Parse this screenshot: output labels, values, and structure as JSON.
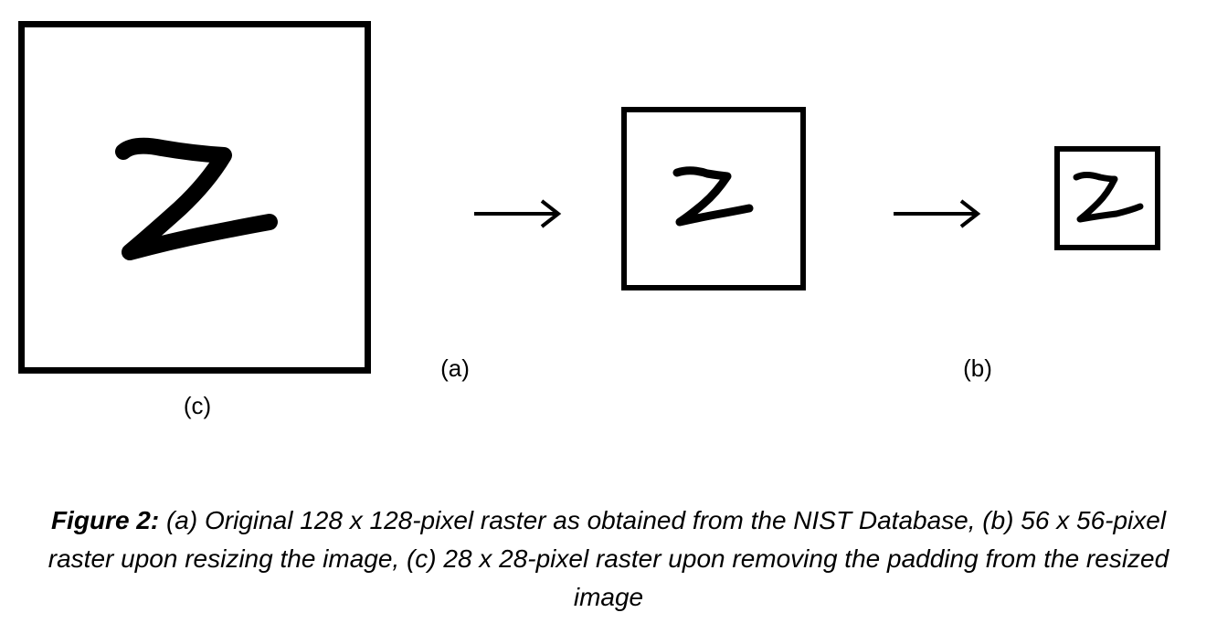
{
  "figure": {
    "panels": [
      {
        "id": "c",
        "label": "(c)",
        "glyph": "Z"
      },
      {
        "id": "a",
        "label": "(a)",
        "glyph": "Z"
      },
      {
        "id": "b",
        "label": "(b)",
        "glyph": "Z"
      }
    ],
    "arrows": [
      "→",
      "→"
    ],
    "caption": {
      "label": "Figure 2:",
      "text": " (a) Original 128 x 128-pixel raster as obtained from the NIST Database, (b) 56 x 56-pixel raster upon resizing the image, (c) 28 x 28-pixel raster upon removing the padding from the resized image"
    }
  }
}
